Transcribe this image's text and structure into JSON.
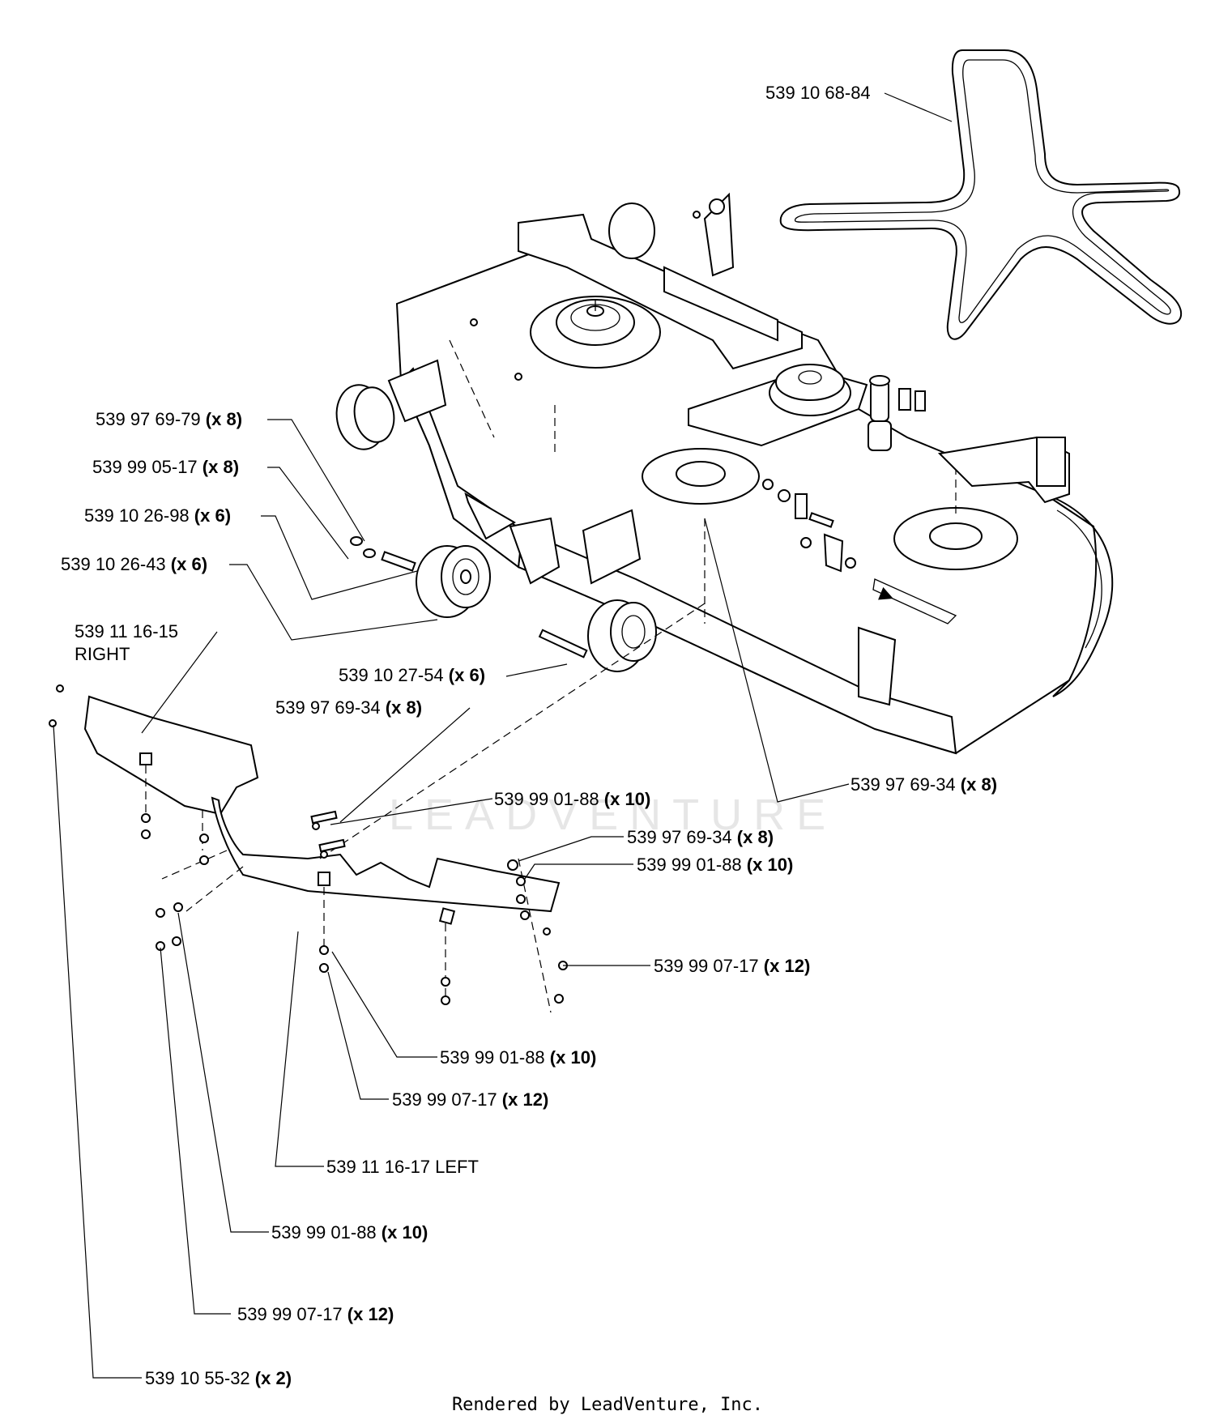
{
  "footer": "Rendered by LeadVenture, Inc.",
  "watermark": "LEADVENTURE",
  "callouts": [
    {
      "id": "belt",
      "part": "539 10 68-84",
      "qty": ""
    },
    {
      "id": "c1",
      "part": "539 97 69-79",
      "qty": "(x 8)"
    },
    {
      "id": "c2",
      "part": "539 99 05-17",
      "qty": "(x 8)"
    },
    {
      "id": "c3",
      "part": "539 10 26-98",
      "qty": "(x 6)"
    },
    {
      "id": "c4",
      "part": "539 10 26-43",
      "qty": "(x 6)"
    },
    {
      "id": "c5",
      "part": "539 11 16-15",
      "qty": ""
    },
    {
      "id": "c5b",
      "part": "RIGHT",
      "qty": ""
    },
    {
      "id": "c6",
      "part": "539 10 27-54",
      "qty": "(x 6)"
    },
    {
      "id": "c7",
      "part": "539 97 69-34",
      "qty": "(x 8)"
    },
    {
      "id": "c8",
      "part": "539 97 69-34",
      "qty": "(x 8)"
    },
    {
      "id": "c9",
      "part": "539 99 01-88",
      "qty": "(x 10)"
    },
    {
      "id": "c10",
      "part": "539 97 69-34",
      "qty": "(x 8)"
    },
    {
      "id": "c11",
      "part": "539 99 01-88",
      "qty": "(x 10)"
    },
    {
      "id": "c12",
      "part": "539 99 07-17",
      "qty": "(x 12)"
    },
    {
      "id": "c13",
      "part": "539 99 01-88",
      "qty": "(x 10)"
    },
    {
      "id": "c14",
      "part": "539 99 07-17",
      "qty": "(x 12)"
    },
    {
      "id": "c15",
      "part": "539 11 16-17 LEFT",
      "qty": ""
    },
    {
      "id": "c16",
      "part": "539 99 01-88",
      "qty": "(x 10)"
    },
    {
      "id": "c17",
      "part": "539 99 07-17",
      "qty": "(x 12)"
    },
    {
      "id": "c18",
      "part": "539 10 55-32",
      "qty": "(x 2)"
    }
  ]
}
